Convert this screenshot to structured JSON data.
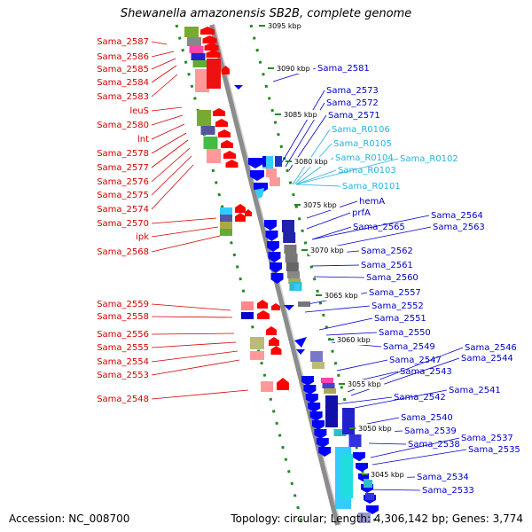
{
  "title": "Shewanella amazonensis SB2B, complete genome",
  "accession": "Accession: NC_008700",
  "summary": "Topology: circular; Length: 4,306,142 bp; Genes: 3,774",
  "colors": {
    "forward": "#ff0000",
    "reverse": "#0000ff",
    "rna": "#33ccff",
    "label_red": "#d40000",
    "label_blue": "#0000c8",
    "label_cyan": "#22b4e0",
    "tick": "#228b22",
    "backbone": "#8c8c8c"
  },
  "left_labels": [
    "Sama_2587",
    "Sama_2586",
    "Sama_2585",
    "Sama_2584",
    "Sama_2583",
    "leuS",
    "Sama_2580",
    "lnt",
    "Sama_2578",
    "Sama_2577",
    "Sama_2576",
    "Sama_2575",
    "Sama_2574",
    "Sama_2570",
    "ipk",
    "Sama_2568",
    "Sama_2559",
    "Sama_2558",
    "Sama_2556",
    "Sama_2555",
    "Sama_2554",
    "Sama_2553",
    "Sama_2548"
  ],
  "right_labels": [
    {
      "text": "Sama_2581",
      "kind": "gene"
    },
    {
      "text": "Sama_2573",
      "kind": "gene"
    },
    {
      "text": "Sama_2572",
      "kind": "gene"
    },
    {
      "text": "Sama_2571",
      "kind": "gene"
    },
    {
      "text": "Sama_R0106",
      "kind": "rna"
    },
    {
      "text": "Sama_R0105",
      "kind": "rna"
    },
    {
      "text": "Sama_R0104",
      "kind": "rna"
    },
    {
      "text": "Sama_R0102",
      "kind": "rna"
    },
    {
      "text": "Sama_R0103",
      "kind": "rna"
    },
    {
      "text": "Sama_R0101",
      "kind": "rna"
    },
    {
      "text": "hemA",
      "kind": "gene"
    },
    {
      "text": "prfA",
      "kind": "gene"
    },
    {
      "text": "Sama_2564",
      "kind": "gene"
    },
    {
      "text": "Sama_2565",
      "kind": "gene"
    },
    {
      "text": "Sama_2563",
      "kind": "gene"
    },
    {
      "text": "Sama_2562",
      "kind": "gene"
    },
    {
      "text": "Sama_2561",
      "kind": "gene"
    },
    {
      "text": "Sama_2560",
      "kind": "gene"
    },
    {
      "text": "Sama_2557",
      "kind": "gene"
    },
    {
      "text": "Sama_2552",
      "kind": "gene"
    },
    {
      "text": "Sama_2551",
      "kind": "gene"
    },
    {
      "text": "Sama_2550",
      "kind": "gene"
    },
    {
      "text": "Sama_2549",
      "kind": "gene"
    },
    {
      "text": "Sama_2546",
      "kind": "gene"
    },
    {
      "text": "Sama_2547",
      "kind": "gene"
    },
    {
      "text": "Sama_2544",
      "kind": "gene"
    },
    {
      "text": "Sama_2543",
      "kind": "gene"
    },
    {
      "text": "Sama_2542",
      "kind": "gene"
    },
    {
      "text": "Sama_2541",
      "kind": "gene"
    },
    {
      "text": "Sama_2540",
      "kind": "gene"
    },
    {
      "text": "Sama_2539",
      "kind": "gene"
    },
    {
      "text": "Sama_2537",
      "kind": "gene"
    },
    {
      "text": "Sama_2538",
      "kind": "gene"
    },
    {
      "text": "Sama_2535",
      "kind": "gene"
    },
    {
      "text": "Sama_2534",
      "kind": "gene"
    },
    {
      "text": "Sama_2533",
      "kind": "gene"
    }
  ],
  "kbp_ticks": [
    "3095 kbp",
    "3090 kbp",
    "3085 kbp",
    "3080 kbp",
    "3075 kbp",
    "3070 kbp",
    "3065 kbp",
    "3060 kbp",
    "3055 kbp",
    "3050 kbp",
    "3045 kbp"
  ]
}
